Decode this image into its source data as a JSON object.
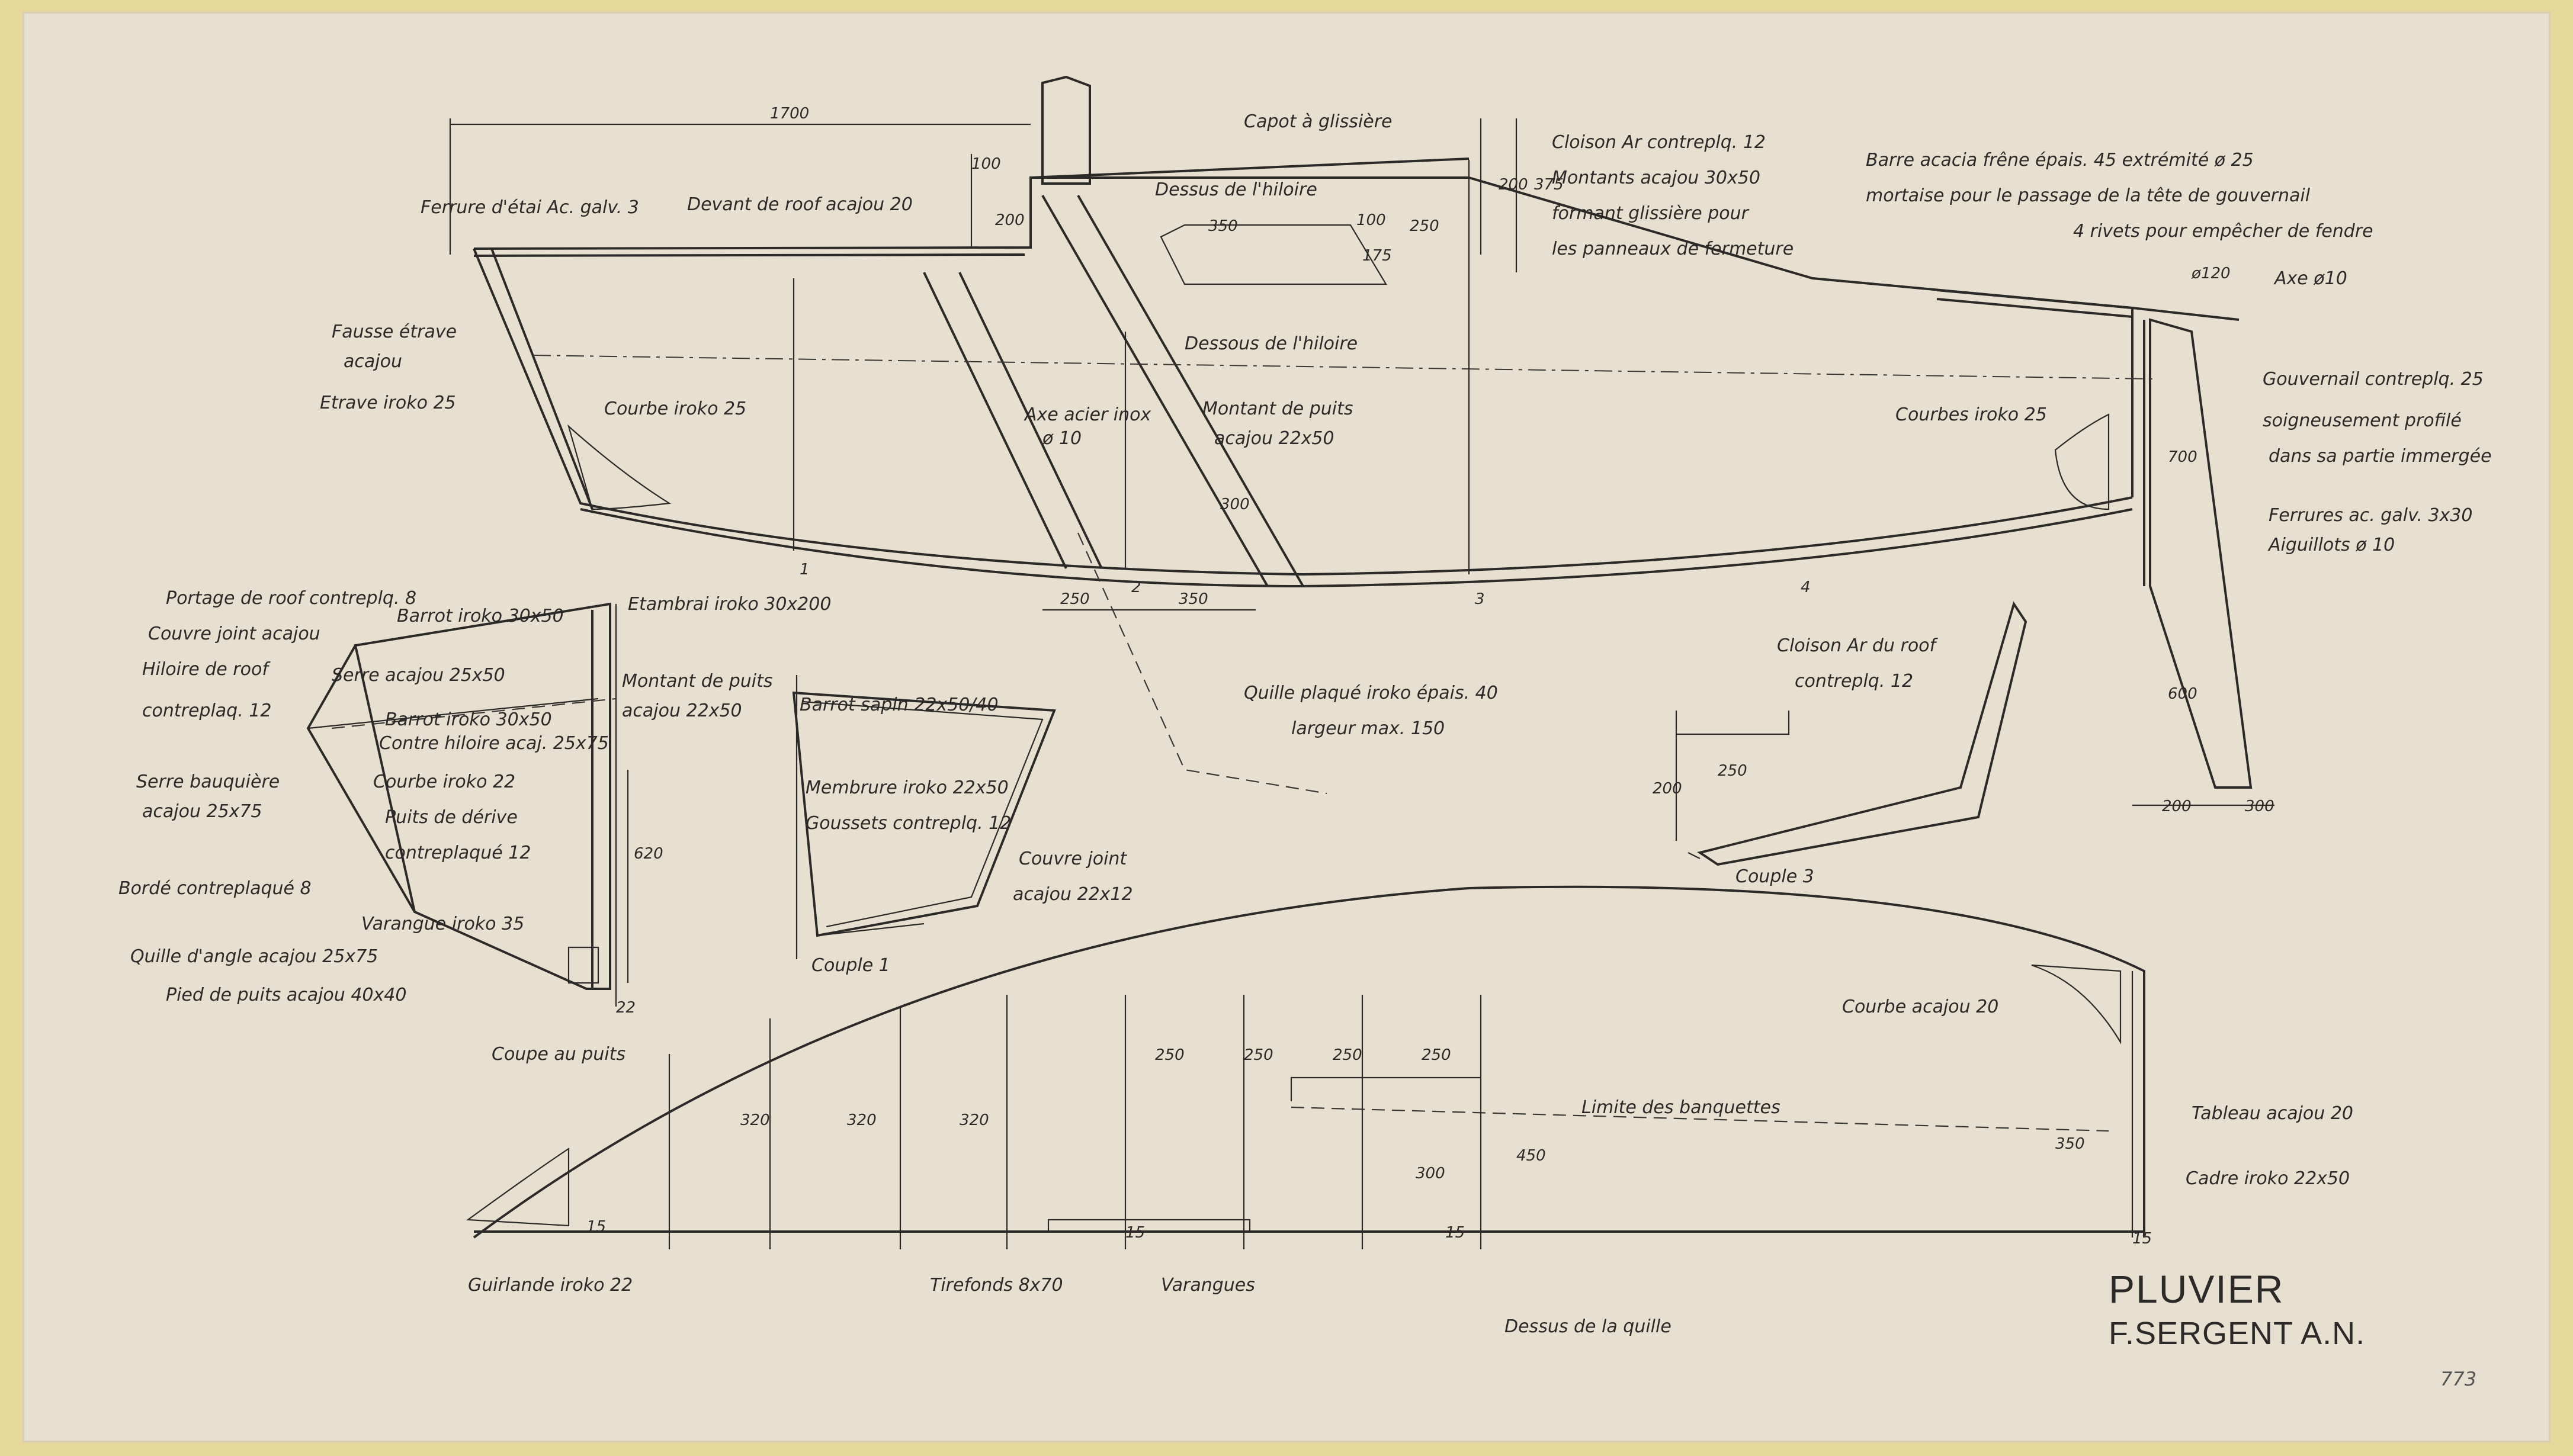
{
  "title": "PLUVIER",
  "author": "F.SERGENT A.N.",
  "sheet_number": "773",
  "labels": {
    "capot": "Capot à glissière",
    "cloison1": "Cloison Ar contreplq. 12",
    "cloison2": "Montants acajou 30x50",
    "cloison3": "formant glissière pour",
    "cloison4": "les panneaux de fermeture",
    "barre1": "Barre acacia frêne épais. 45 extrémité ø 25",
    "barre2": "mortaise pour le passage de la tête de gouvernail",
    "barre3": "4 rivets pour empêcher de fendre",
    "axe": "Axe ø10",
    "ferrure": "Ferrure d'étai Ac. galv. 3",
    "devant": "Devant de roof acajou 20",
    "dessus_hiloire": "Dessus de l'hiloire",
    "dessous_hiloire": "Dessous de l'hiloire",
    "fausse1": "Fausse étrave",
    "fausse2": "acajou",
    "etrave": "Etrave iroko 25",
    "courbe_iroko": "Courbe iroko 25",
    "axe_acier1": "Axe acier inox",
    "axe_acier2": "ø 10",
    "montant_puits1": "Montant de puits",
    "montant_puits2": "acajou 22x50",
    "courbes_iroko": "Courbes iroko 25",
    "gouvernail1": "Gouvernail contreplq. 25",
    "gouvernail2": "soigneusement profilé",
    "gouvernail3": "dans sa partie immergée",
    "ferrures": "Ferrures ac. galv. 3x30",
    "aiguillots": "Aiguillots ø 10",
    "portage": "Portage de roof contreplq. 8",
    "couvre": "Couvre joint acajou",
    "barrot": "Barrot iroko 30x50",
    "etambrai": "Etambrai iroko 30x200",
    "hiloire1": "Hiloire de roof",
    "hiloire2": "contreplaq. 12",
    "serre": "Serre acajou 25x50",
    "montant_puits_b1": "Montant de puits",
    "montant_puits_b2": "acajou 22x50",
    "barrot2": "Barrot iroko 30x50",
    "contre_hiloire": "Contre hiloire acaj. 25x75",
    "serre_bauq1": "Serre bauquière",
    "serre_bauq2": "acajou 25x75",
    "courbe22": "Courbe iroko 22",
    "puits1": "Puits de dérive",
    "puits2": "contreplaqué 12",
    "bordé": "Bordé contreplaqué 8",
    "varangue": "Varangue iroko 35",
    "quille_angle": "Quille d'angle acajou 25x75",
    "pied": "Pied de puits acajou 40x40",
    "coupe_puits": "Coupe au puits",
    "barrot_sapin": "Barrot sapin 22x50/40",
    "membrure": "Membrure iroko 22x50",
    "goussets": "Goussets contreplq. 12",
    "couvre2a": "Couvre joint",
    "couvre2b": "acajou 22x12",
    "couple1": "Couple 1",
    "quille1": "Quille plaqué iroko épais. 40",
    "quille2": "largeur max. 150",
    "cloison_roof1": "Cloison Ar du roof",
    "cloison_roof2": "contreplq. 12",
    "couple3": "Couple 3",
    "courbe_acajou": "Courbe acajou 20",
    "limite": "Limite des banquettes",
    "tableau": "Tableau acajou 20",
    "cadre": "Cadre iroko 22x50",
    "guirlande": "Guirlande iroko 22",
    "tirefonds": "Tirefonds 8x70",
    "varangues": "Varangues",
    "dessus_quille": "Dessus de la quille"
  },
  "dims": {
    "d1700": "1700",
    "d250a": "250",
    "d350a": "350",
    "d250b": "250",
    "d350b": "350",
    "d200a": "200",
    "d100a": "100",
    "d200b": "200",
    "d375": "375",
    "d175": "175",
    "d100b": "100",
    "d300": "300",
    "d700": "700",
    "d600": "600",
    "d200c": "200",
    "d300b": "300",
    "d120": "ø120",
    "d250c": "250",
    "d200d": "200",
    "d620": "620",
    "d22": "22",
    "d320a": "320",
    "d320b": "320",
    "d320c": "320",
    "d250e": "250",
    "d250f": "250",
    "d250g": "250",
    "d250h": "250",
    "d450": "450",
    "d300c": "300",
    "d350c": "350",
    "d15a": "15",
    "d15b": "15",
    "d15c": "15",
    "d15d": "15",
    "n1": "1",
    "n2": "2",
    "n3": "3",
    "n4": "4"
  }
}
